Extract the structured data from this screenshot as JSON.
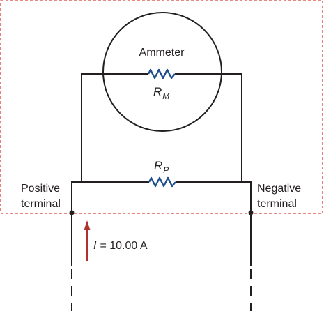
{
  "meter": {
    "title": "Ammeter",
    "resistor_symbol": "R",
    "resistor_subscript": "M"
  },
  "shunt": {
    "resistor_symbol": "R",
    "resistor_subscript": "P"
  },
  "terminals": {
    "positive": [
      "Positive",
      "terminal"
    ],
    "negative": [
      "Negative",
      "terminal"
    ]
  },
  "current": {
    "symbol": "I",
    "value": "= 10.00 A"
  },
  "colors": {
    "wire": "#231f20",
    "resistor": "#1f4e8c",
    "boundary": "#d9403a",
    "arrow": "#b0302c"
  }
}
